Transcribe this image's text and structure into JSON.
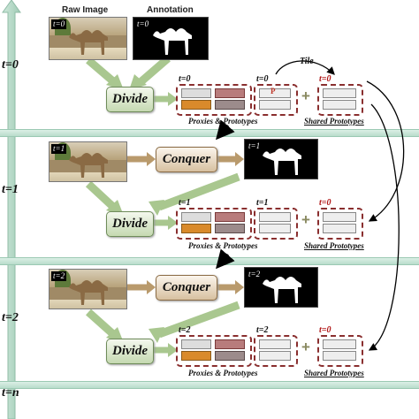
{
  "headers": {
    "raw_image": "Raw Image",
    "annotation": "Annotation"
  },
  "stages": [
    "t=0",
    "t=1",
    "t=2",
    "t=n"
  ],
  "buttons": {
    "divide": "Divide",
    "conquer": "Conquer"
  },
  "captions": {
    "proxies": "Proxies & Prototypes",
    "shared": "Shared Prototypes"
  },
  "tile_label": "Tile",
  "rows": [
    {
      "raw_tag": "t=0",
      "ann_tag": "t=0",
      "proto_t": "t=0",
      "mid_t": "t=0",
      "shared_t": "t=0"
    },
    {
      "raw_tag": "t=1",
      "ann_tag": "t=1",
      "proto_t": "t=1",
      "mid_t": "t=1",
      "shared_t": "t=0"
    },
    {
      "raw_tag": "t=2",
      "ann_tag": "t=2",
      "proto_t": "t=2",
      "mid_t": "t=2",
      "shared_t": "t=0"
    }
  ],
  "cell_label": "P",
  "colors": {
    "band": "#b9dccb",
    "arrow_green": "#a9c78f",
    "arrow_brown": "#b99a6c",
    "dash": "#8a2f2f",
    "proto_red": "#c0392b",
    "proto_orange": "#d98a2b",
    "proto_grey": "#bbbbbb"
  }
}
